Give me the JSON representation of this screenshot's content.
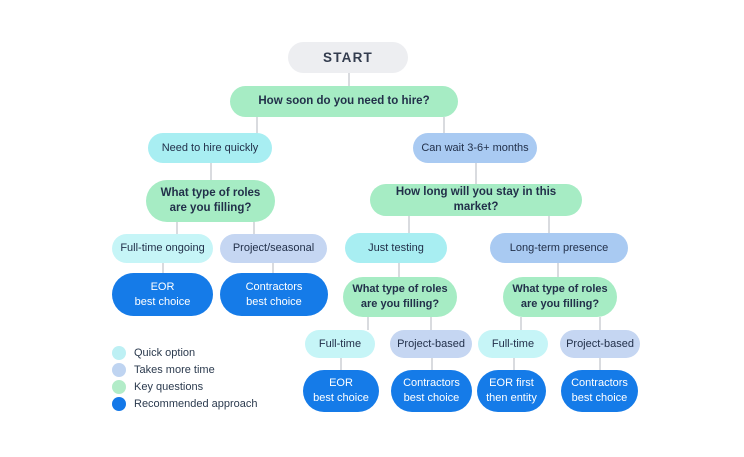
{
  "palette": {
    "start_bg": "#edeef1",
    "question_green": "#a6ecc4",
    "quick_cyan": "#a8eef2",
    "quick_cyan_light": "#c6f5f7",
    "more_time_blue": "#a9caf2",
    "more_time_blue_light": "#c5d6f2",
    "recommended_blue": "#157be8",
    "connector_gray": "#d9dbdf",
    "text_dark": "#22304a",
    "text_white": "#ffffff"
  },
  "nodes": {
    "start": {
      "label": "START"
    },
    "how_soon": {
      "label": "How soon do you need to hire?"
    },
    "need_quickly": {
      "label": "Need to hire quickly"
    },
    "can_wait": {
      "label": "Can wait 3-6+ months"
    },
    "what_type_left": {
      "label": "What type of roles\nare you filling?"
    },
    "how_long": {
      "label": "How long will you stay in this market?"
    },
    "full_time_ongoing": {
      "label": "Full-time ongoing"
    },
    "project_seasonal": {
      "label": "Project/seasonal"
    },
    "just_testing": {
      "label": "Just testing"
    },
    "long_term": {
      "label": "Long-term presence"
    },
    "eor_best_left": {
      "label": "EOR\nbest choice"
    },
    "contractors_best_left": {
      "label": "Contractors\nbest choice"
    },
    "what_type_r1": {
      "label": "What type of roles\nare you filling?"
    },
    "what_type_r2": {
      "label": "What type of roles\nare you filling?"
    },
    "full_time_1": {
      "label": "Full-time"
    },
    "project_based_1": {
      "label": "Project-based"
    },
    "full_time_2": {
      "label": "Full-time"
    },
    "project_based_2": {
      "label": "Project-based"
    },
    "eor_best_2": {
      "label": "EOR\nbest choice"
    },
    "contractors_best_2": {
      "label": "Contractors\nbest choice"
    },
    "eor_first": {
      "label": "EOR first\nthen entity"
    },
    "contractors_best_3": {
      "label": "Contractors\nbest choice"
    }
  },
  "legend": {
    "items": [
      {
        "label": "Quick option",
        "color": "#bdf0f4"
      },
      {
        "label": "Takes more time",
        "color": "#bfd4f1"
      },
      {
        "label": "Key questions",
        "color": "#b2ecc8"
      },
      {
        "label": "Recommended approach",
        "color": "#1478e8"
      }
    ]
  }
}
